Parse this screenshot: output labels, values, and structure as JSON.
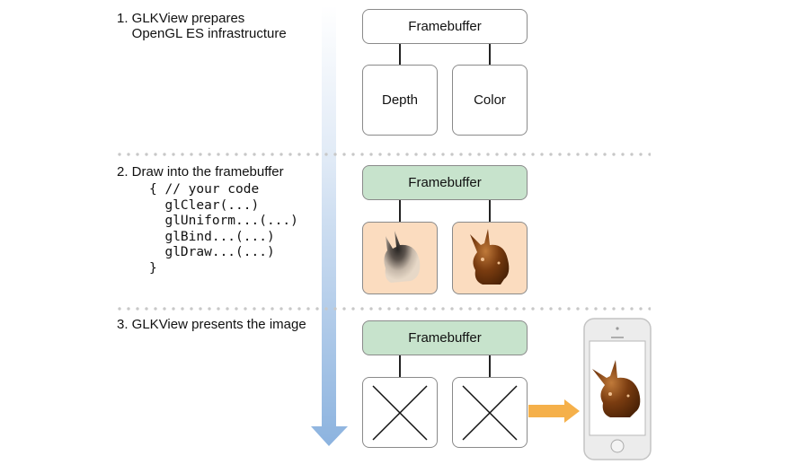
{
  "steps": [
    {
      "label": "1. GLKView prepares\n    OpenGL ES infrastructure"
    },
    {
      "label": "2. Draw into the framebuffer",
      "code": "{ // your code\n  glClear(...)\n  glUniform...(...)\n  glBind...(...)\n  glDraw...(...)\n}"
    },
    {
      "label": "3. GLKView presents the image"
    }
  ],
  "stage1": {
    "framebuffer": "Framebuffer",
    "depth": "Depth",
    "color": "Color"
  },
  "stage2": {
    "framebuffer": "Framebuffer",
    "depth_image": "depth-buffer-bunny",
    "color_image": "rendered-bunny"
  },
  "stage3": {
    "framebuffer": "Framebuffer",
    "depth_state": "discarded",
    "color_state": "discarded",
    "device": "iPhone"
  },
  "colors": {
    "framebuffer_active": "#c7e3cc",
    "attachment_fill": "#fbdcbf",
    "present_arrow": "#f5b04a",
    "timeline_arrow": "#8fb6e0",
    "bunny": "#7a3c10"
  }
}
